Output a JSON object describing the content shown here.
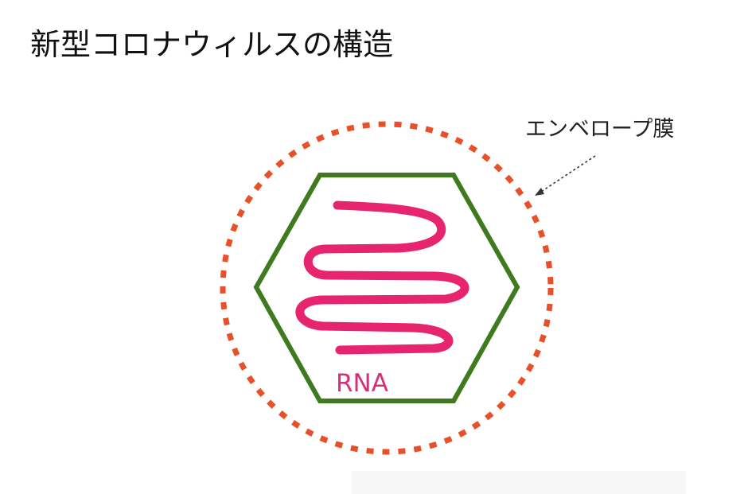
{
  "title": "新型コロナウィルスの構造",
  "labels": {
    "envelope": "エンベロープ膜",
    "rna": "RNA"
  },
  "colors": {
    "title_text": "#111111",
    "envelope_dots": "#e8502a",
    "capsid": "#3f7a1e",
    "rna": "#e6256e",
    "rna_label": "#d6307a",
    "arrow": "#333333"
  },
  "icons": {
    "envelope": "dotted-circle",
    "capsid": "hexagon",
    "rna": "zigzag-strand",
    "pointer": "dashed-arrow"
  }
}
